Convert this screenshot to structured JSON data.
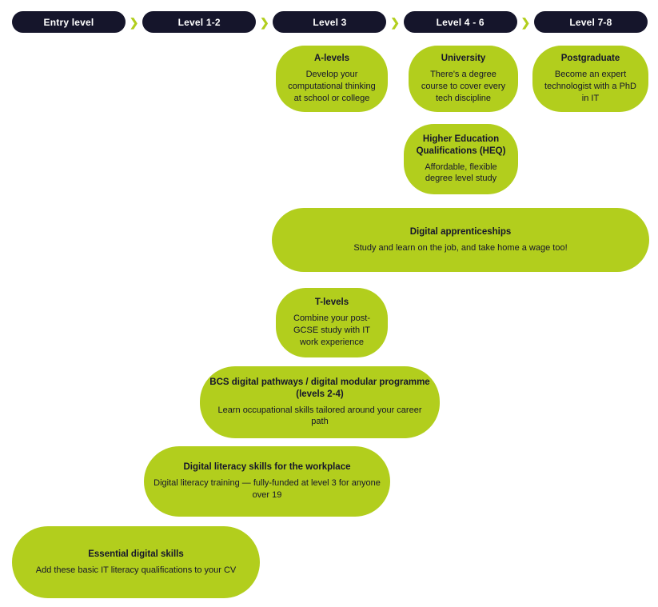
{
  "colors": {
    "green": "#b2ce1d",
    "dark": "#15152b",
    "white": "#ffffff"
  },
  "header": {
    "chevron": "❯",
    "levels": [
      {
        "label": "Entry level"
      },
      {
        "label": "Level 1-2"
      },
      {
        "label": "Level 3"
      },
      {
        "label": "Level 4 - 6"
      },
      {
        "label": "Level 7-8"
      }
    ]
  },
  "cards": [
    {
      "id": "a-levels",
      "title": "A-levels",
      "body": "Develop your computational thinking at school or college"
    },
    {
      "id": "university",
      "title": "University",
      "body": "There's a degree course to cover every tech discipline"
    },
    {
      "id": "postgraduate",
      "title": "Postgraduate",
      "body": "Become an expert technologist with a PhD in IT"
    },
    {
      "id": "heq",
      "title": "Higher Education Qualifications (HEQ)",
      "body": "Affordable, flexible degree level study"
    },
    {
      "id": "digital-apprenticeships",
      "title": "Digital apprenticeships",
      "body": "Study and learn on the job, and take home a wage too!"
    },
    {
      "id": "t-levels",
      "title": "T-levels",
      "body": "Combine your post-GCSE study with IT work experience"
    },
    {
      "id": "bcs-digital-pathways",
      "title": "BCS digital pathways / digital modular programme (levels 2-4)",
      "body": "Learn occupational skills tailored around your career path"
    },
    {
      "id": "digital-literacy-workplace",
      "title": "Digital literacy skills for the workplace",
      "body": "Digital literacy training — fully-funded at level 3 for anyone over 19"
    },
    {
      "id": "essential-digital-skills",
      "title": "Essential digital skills",
      "body": "Add these basic IT literacy qualifications to your CV"
    }
  ]
}
